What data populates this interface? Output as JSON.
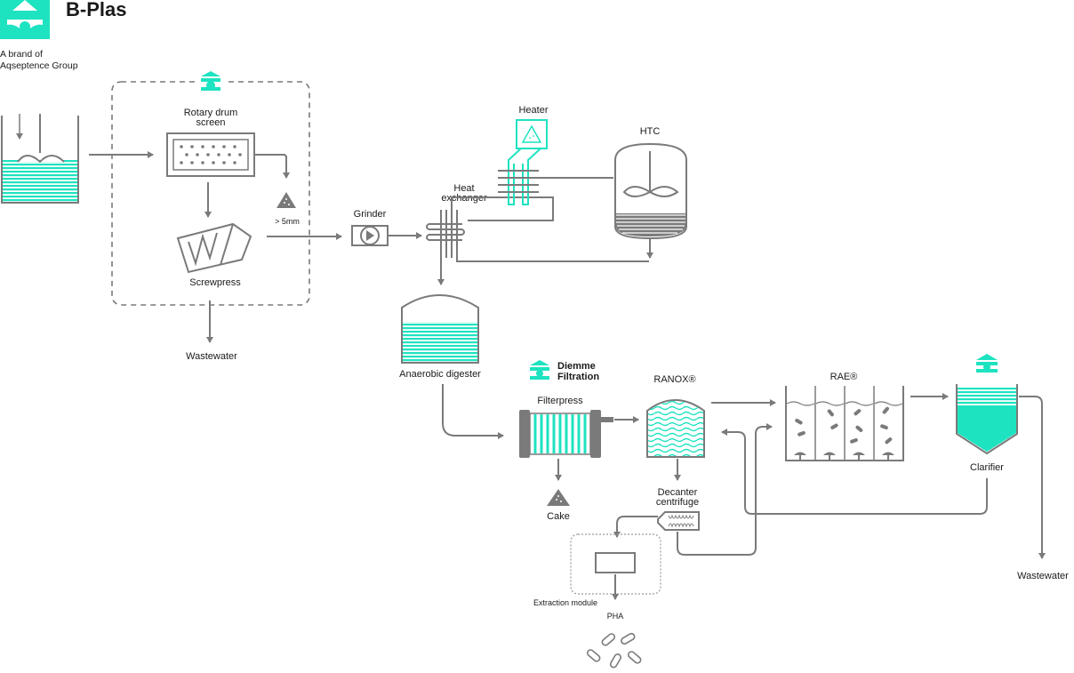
{
  "brand": {
    "name": "B-Plas",
    "subtitle_line1": "A brand of",
    "subtitle_line2": "Aqseptence Group"
  },
  "diemme": {
    "line1": "Diemme",
    "line2": "Filtration"
  },
  "labels": {
    "rotary_drum_line1": "Rotary drum",
    "rotary_drum_line2": "screen",
    "screwpress": "Screwpress",
    "oversize": "> 5mm",
    "wastewater_left": "Wastewater",
    "grinder": "Grinder",
    "heater": "Heater",
    "heat_exchanger_line1": "Heat",
    "heat_exchanger_line2": "exchanger",
    "htc": "HTC",
    "anaerobic_digester": "Anaerobic digester",
    "filterpress": "Filterpress",
    "cake": "Cake",
    "ranox": "RANOX®",
    "rae": "RAE®",
    "clarifier": "Clarifier",
    "decanter_line1": "Decanter",
    "decanter_line2": "centrifuge",
    "extraction_module": "Extraction module",
    "pha": "PHA",
    "wastewater_right": "Wastewater"
  },
  "colors": {
    "accent": "#1de3c0",
    "line": "#7a7a7a",
    "text": "#1a1a1a"
  }
}
